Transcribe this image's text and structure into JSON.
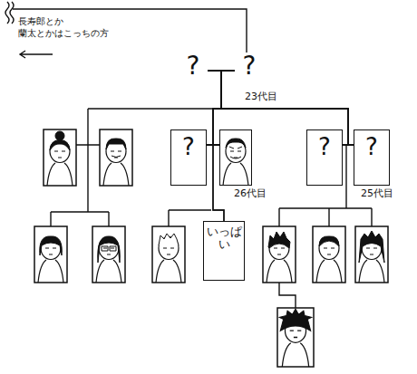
{
  "diagram": {
    "nodes": [
      {
        "text": [
          "?"
        ]
      },
      {
        "text": [
          "?",
          "23代目"
        ]
      },
      {
        "text": [
          "?"
        ]
      },
      {
        "text": [
          "26代目"
        ]
      },
      {
        "text": [
          "?"
        ]
      },
      {
        "text": [
          "?",
          "25代目"
        ]
      },
      {
        "text": [
          "いっぱい"
        ]
      }
    ],
    "edges": [
      {
        "from": 0,
        "to": 1,
        "arrow": "none"
      },
      {
        "from": 0,
        "to": 2,
        "arrow": "none"
      },
      {
        "from": 0,
        "to": 3,
        "arrow": "none"
      },
      {
        "from": 0,
        "to": 4,
        "arrow": "none"
      },
      {
        "from": 0,
        "to": 5,
        "arrow": "none"
      },
      {
        "from": 1,
        "to": 2,
        "arrow": "none"
      },
      {
        "from": 1,
        "to": 3,
        "arrow": "none"
      },
      {
        "from": 1,
        "to": 4,
        "arrow": "none"
      },
      {
        "from": 1,
        "to": 5,
        "arrow": "none"
      },
      {
        "from": 2,
        "to": 3,
        "arrow": "none"
      },
      {
        "from": 4,
        "to": 5,
        "arrow": "none"
      },
      {
        "from": 2,
        "to": 6,
        "arrow": "none"
      },
      {
        "from": 3,
        "to": 6,
        "arrow": "none"
      }
    ],
    "labels": [
      "長寿郎とか 蘭太とかはこっちの方"
    ]
  }
}
